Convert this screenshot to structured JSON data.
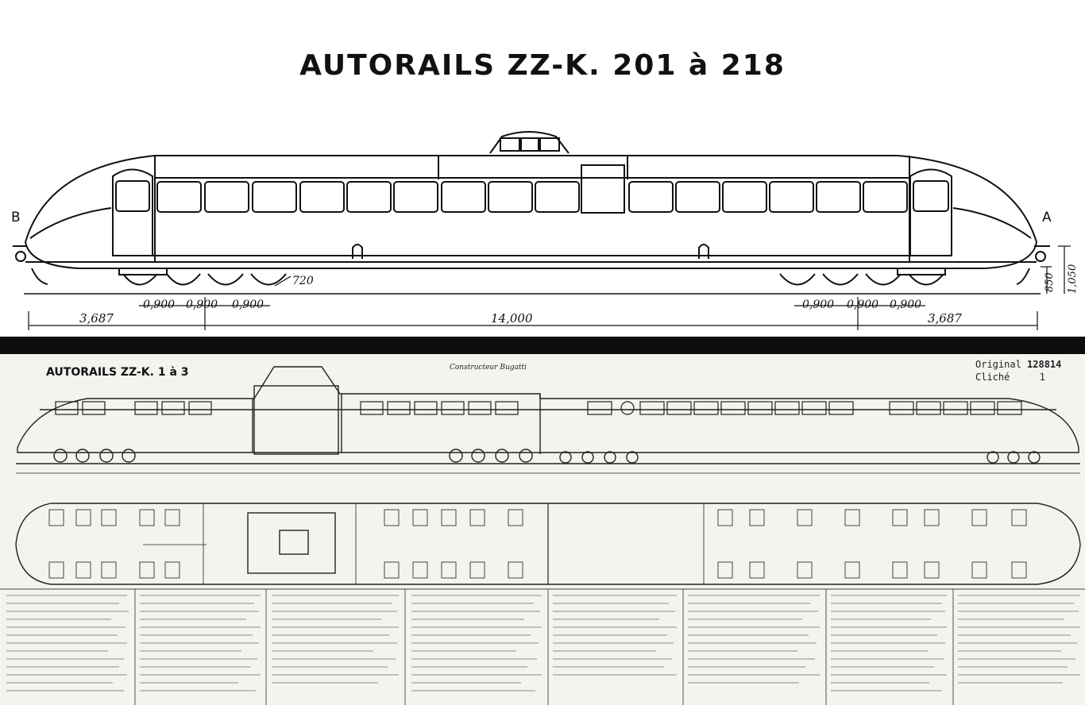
{
  "top_drawing": {
    "title": "AUTORAILS ZZ-K. 201 à 218",
    "end_left_label": "B",
    "end_right_label": "A",
    "wheel_dim": "720",
    "bogie_spacing_left": [
      "0,900",
      "0,900",
      "0,900"
    ],
    "bogie_spacing_right": [
      "0,900",
      "0,900",
      "0,900"
    ],
    "overhang_left": "3,687",
    "wheelbase_total": "14,000",
    "overhang_right": "3,687",
    "height_floor": "850",
    "height_total": "1,050"
  },
  "bottom_drawing": {
    "title": "AUTORAILS ZZ-K. 1 à 3",
    "constructor": "Constructeur Bugatti",
    "original_label": "Original",
    "original_number": "128814",
    "cliche_label": "Cliché",
    "cliche_number": "1"
  },
  "colors": {
    "ink": "#111111",
    "paper_top": "#ffffff",
    "paper_bottom": "#f4f3ef",
    "divider": "#0d0d0d"
  }
}
